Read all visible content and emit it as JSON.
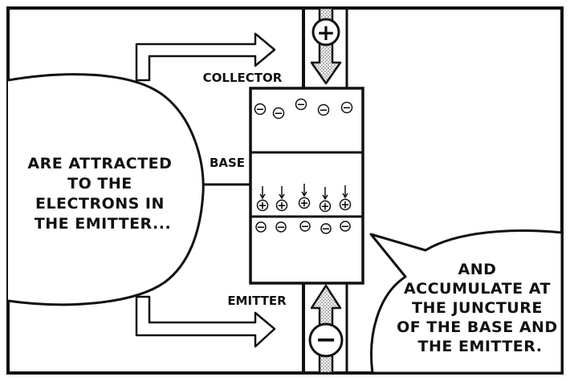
{
  "labels": {
    "collector": "COLLECTOR",
    "base": "BASE",
    "emitter": "EMITTER"
  },
  "terminals": {
    "top_sign": "+",
    "bottom_sign": "−"
  },
  "left_bubble": {
    "lines": [
      "ARE ATTRACTED",
      "TO THE",
      "ELECTRONS IN",
      "THE EMITTER..."
    ]
  },
  "right_bubble": {
    "lines": [
      "AND",
      "ACCUMULATE AT",
      "THE JUNCTURE",
      "OF THE BASE AND",
      "THE EMITTER."
    ]
  },
  "charges": {
    "collector_row": [
      "−",
      "−",
      "−",
      "−",
      "−"
    ],
    "base_holes": [
      "+",
      "+",
      "+",
      "+",
      "+"
    ],
    "emitter_row": [
      "−",
      "−",
      "−",
      "−",
      "−"
    ]
  },
  "colors": {
    "ink": "#111111",
    "background": "#ffffff",
    "dot_fill": "#999999"
  }
}
